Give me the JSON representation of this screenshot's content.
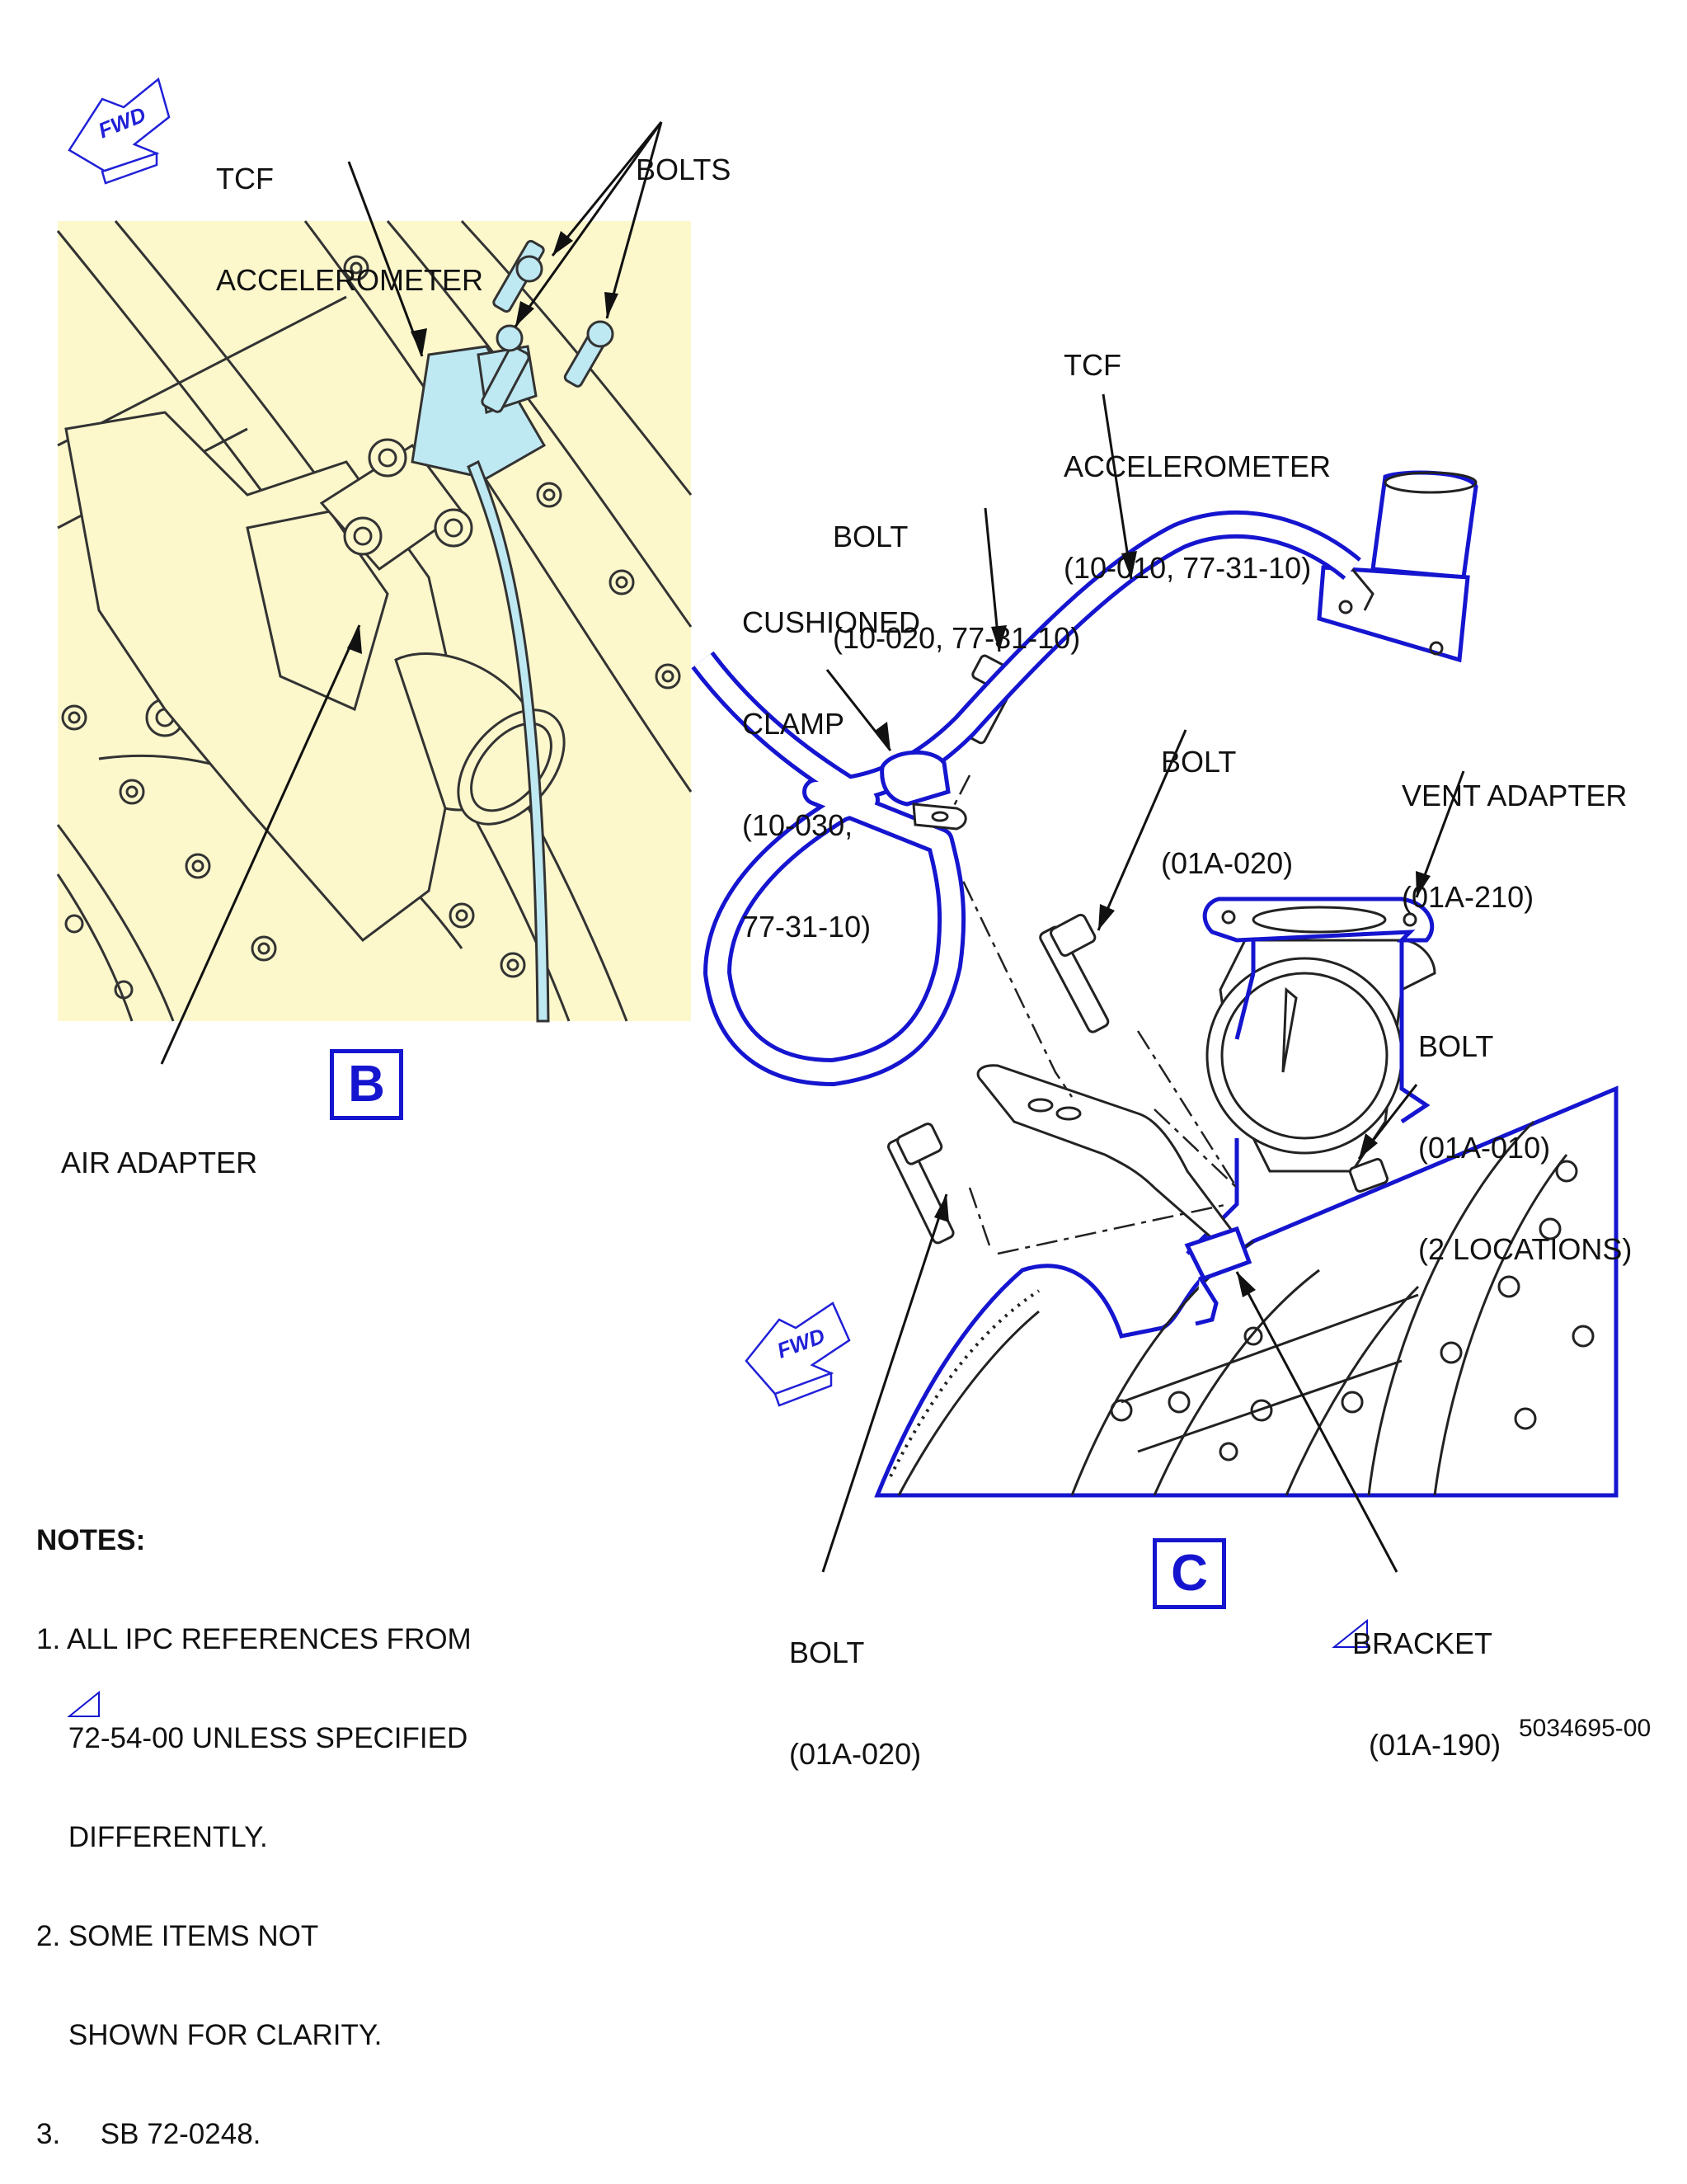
{
  "fwd_indicator": "FWD",
  "view_b": {
    "letter": "B",
    "label_accelerometer": [
      "TCF",
      "ACCELEROMETER"
    ],
    "label_bolts": "BOLTS",
    "label_air_adapter": "AIR ADAPTER",
    "colors": {
      "background": "#fcf8cc",
      "part_highlight": "#bfe9f2",
      "line": "#333333"
    }
  },
  "view_c": {
    "letter": "C",
    "label_accelerometer": [
      "TCF",
      "ACCELEROMETER",
      "(10-010, 77-31-10)"
    ],
    "label_bolt_top": [
      "BOLT",
      "(10-020, 77-31-10)"
    ],
    "label_clamp": [
      "CUSHIONED",
      "CLAMP",
      "(10-030,",
      "77-31-10)"
    ],
    "label_bolt_mid": [
      "BOLT",
      "(01A-020)"
    ],
    "label_vent_adapter": [
      "VENT ADAPTER",
      "(01A-210)"
    ],
    "label_bolt_right": [
      "BOLT",
      "(01A-010)",
      "(2 LOCATIONS)"
    ],
    "label_bolt_bottom": [
      "BOLT",
      "(01A-020)"
    ],
    "label_bracket": [
      "BRACKET",
      "(01A-190)"
    ],
    "colors": {
      "highlight": "#1515d0",
      "line": "#222222"
    }
  },
  "notes": {
    "title": "NOTES:",
    "items": [
      "1. ALL IPC REFERENCES FROM",
      "    72-54-00 UNLESS SPECIFIED",
      "    DIFFERENTLY.",
      "2. SOME ITEMS NOT",
      "    SHOWN FOR CLARITY.",
      "3.     SB 72-0248."
    ]
  },
  "document_number": "5034695-00"
}
